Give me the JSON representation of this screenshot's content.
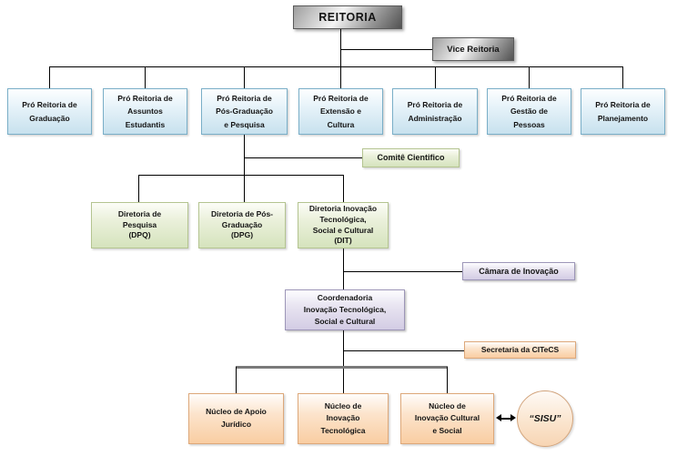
{
  "org": {
    "root": {
      "label": "REITORIA"
    },
    "vice": {
      "label": "Vice Reitoria"
    },
    "pro_reitorias": [
      {
        "label": "Pró Reitoria de\nGraduação"
      },
      {
        "label": "Pró Reitoria de\nAssuntos\nEstudantis"
      },
      {
        "label": "Pró Reitoria de\nPós-Graduação\ne Pesquisa"
      },
      {
        "label": "Pró Reitoria de\nExtensão e\nCultura"
      },
      {
        "label": "Pró Reitoria de\nAdministração"
      },
      {
        "label": "Pró Reitoria de\nGestão de\nPessoas"
      },
      {
        "label": "Pró Reitoria de\nPlanejamento"
      }
    ],
    "comite": {
      "label": "Comitê Cientifico"
    },
    "diretorias": [
      {
        "label": "Diretoria de\nPesquisa\n(DPQ)"
      },
      {
        "label": "Diretoria de Pós-\nGraduação\n(DPG)"
      },
      {
        "label": "Diretoria Inovação\nTecnológica,\nSocial e Cultural\n(DIT)"
      }
    ],
    "camara": {
      "label": "Câmara de Inovação"
    },
    "coordenadoria": {
      "label": "Coordenadoria\nInovação Tecnológica,\nSocial e Cultural"
    },
    "secretaria": {
      "label": "Secretaria da CITeCS"
    },
    "nucleos": [
      {
        "label": "Núcleo de Apoio\nJurídico"
      },
      {
        "label": "Núcleo de\nInovação\nTecnológica"
      },
      {
        "label": "Núcleo de\nInovação Cultural\ne Social"
      }
    ],
    "sisu": {
      "label": "“SISU”"
    }
  },
  "palette": {
    "gray_box": "#9a9a9a",
    "blue_box": "#c7e1ee",
    "blue_border": "#79aec7",
    "green_box": "#d5e3bd",
    "green_border": "#b4c490",
    "purple_box": "#d3cce4",
    "purple_border": "#9d96b8",
    "orange_box": "#f9cda2",
    "orange_border": "#dda87a",
    "connector": "#000000",
    "connector_thick": "#7a7a7a"
  }
}
